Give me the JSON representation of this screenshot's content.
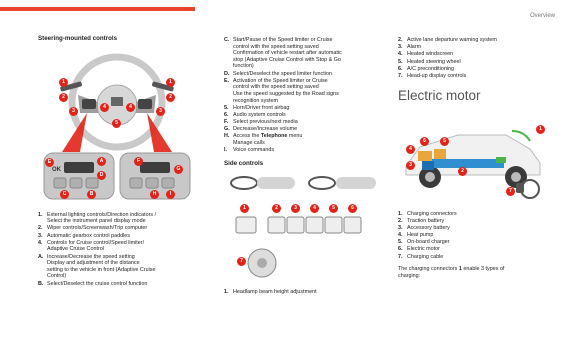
{
  "header": {
    "section_label": "Overview"
  },
  "col1": {
    "title": "Steering-mounted controls",
    "figure": {
      "callouts": [
        "1",
        "2",
        "3",
        "4",
        "5",
        "1",
        "2",
        "3",
        "4",
        "E",
        "A",
        "D",
        "C",
        "B",
        "F",
        "G",
        "H",
        "I"
      ],
      "left_pad_label": "OK"
    },
    "items": [
      {
        "key": "1.",
        "text": "External lighting controls/Direction indicators /\nSelect the instrument panel display mode"
      },
      {
        "key": "2.",
        "text": "Wiper controls/Screenwash/Trip computer"
      },
      {
        "key": "3.",
        "text": "Automatic gearbox control paddles"
      },
      {
        "key": "4.",
        "text": "Controls for Cruise control/Speed limiter/\nAdaptive Cruise Control"
      },
      {
        "key": "A.",
        "text": "Increase/Decrease the speed setting\nDisplay and adjustment of the distance\nsetting to the vehicle in front (Adaptive Cruise\nControl)"
      },
      {
        "key": "B.",
        "text": "Select/Deselect the cruise control function"
      }
    ]
  },
  "col2": {
    "items": [
      {
        "key": "C.",
        "text": "Start/Pause of the Speed limiter or Cruise\ncontrol with the speed setting saved\nConfirmation of vehicle restart after automatic\nstop (Adaptive Cruise Control with Stop & Go\nfunction)"
      },
      {
        "key": "D.",
        "text": "Select/Deselect the speed limiter function"
      },
      {
        "key": "E.",
        "text": "Activation of the Speed limiter or Cruise\ncontrol with the speed setting saved\nUse the speed suggested by the Road signs\nrecognition system"
      },
      {
        "key": "5.",
        "text": "Horn/Driver front airbag"
      },
      {
        "key": "6.",
        "text": "Audio system controls"
      },
      {
        "key": "F.",
        "text": "Select previous/next media"
      },
      {
        "key": "G.",
        "text": "Decrease/Increase volume"
      },
      {
        "key": "H.",
        "text_prefix": "Access the ",
        "text_bold": "Telephone",
        "text_suffix": " menu\nManage calls"
      },
      {
        "key": "I.",
        "text": "Voice commands"
      }
    ],
    "side_title": "Side controls",
    "side_figure": {
      "callouts": [
        "1",
        "2",
        "3",
        "4",
        "5",
        "6",
        "7"
      ]
    },
    "footer_item": {
      "key": "1.",
      "text": "Headlamp beam height adjustment"
    }
  },
  "col3": {
    "items": [
      {
        "key": "2.",
        "text": "Active lane departure warning system"
      },
      {
        "key": "3.",
        "text": "Alarm"
      },
      {
        "key": "4.",
        "text": "Heated windscreen"
      },
      {
        "key": "5.",
        "text": "Heated steering wheel"
      },
      {
        "key": "6.",
        "text": "A/C preconditioning"
      },
      {
        "key": "7.",
        "text": "Head-up display controls"
      }
    ],
    "ev_title": "Electric motor",
    "ev_figure": {
      "callouts": [
        "1",
        "2",
        "3",
        "4",
        "5",
        "6",
        "7"
      ]
    },
    "ev_items": [
      {
        "key": "1.",
        "text": "Charging connectors"
      },
      {
        "key": "2.",
        "text": "Traction battery"
      },
      {
        "key": "3.",
        "text": "Accessory battery"
      },
      {
        "key": "4.",
        "text": "Heat pump"
      },
      {
        "key": "5.",
        "text": "On-board charger"
      },
      {
        "key": "6.",
        "text": "Electric motor"
      },
      {
        "key": "7.",
        "text": "Charging cable"
      }
    ],
    "paragraph_prefix": "The charging connectors ",
    "paragraph_bold": "1",
    "paragraph_suffix": " enable 3 types of\ncharging:"
  }
}
